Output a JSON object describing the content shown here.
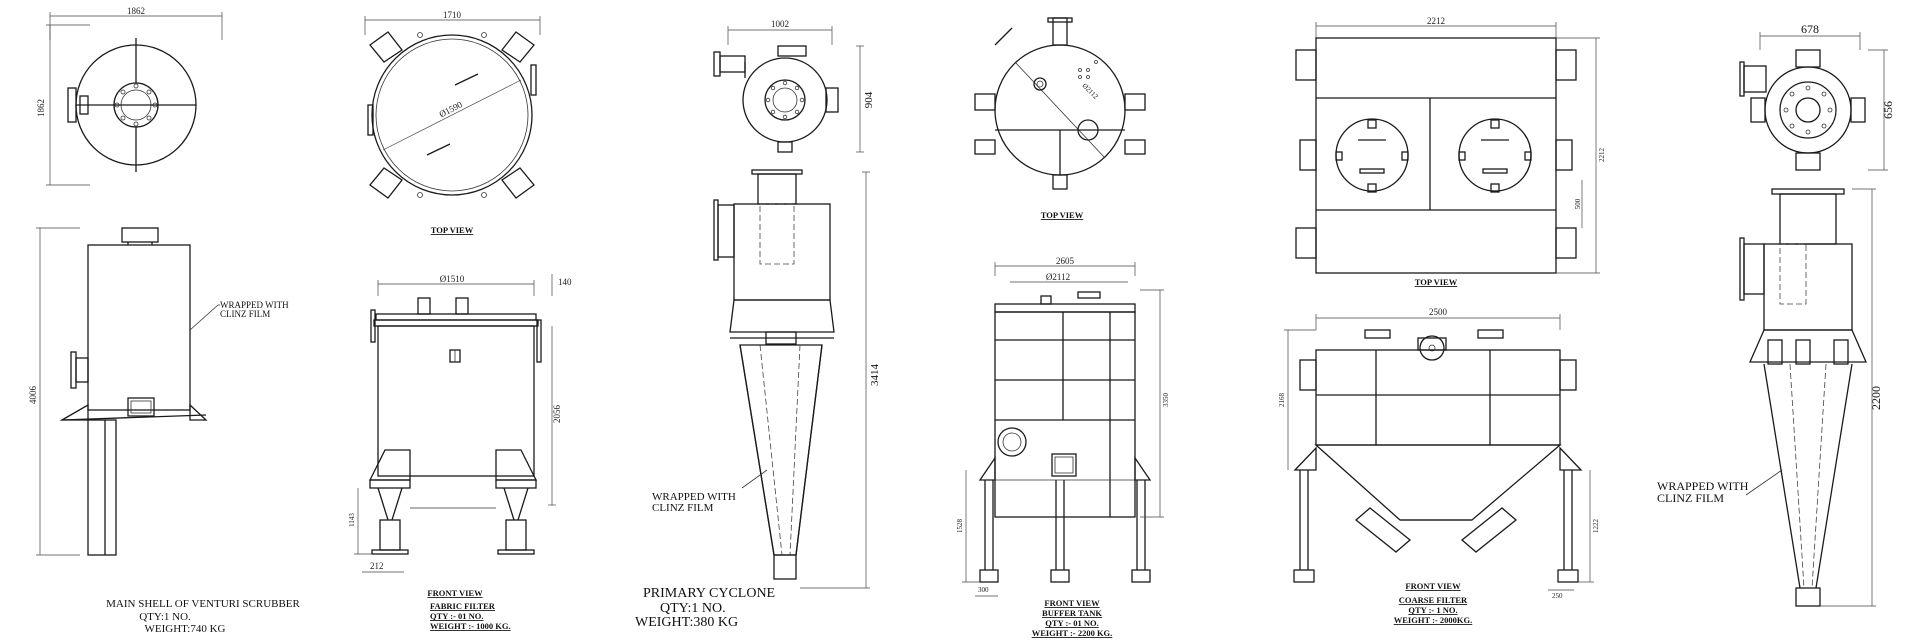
{
  "scrubber": {
    "dim_top_width": "1862",
    "dim_top_height": "1862",
    "dim_height": "4006",
    "note": [
      "WRAPPED WITH",
      "CLINZ FILM"
    ],
    "caption": [
      "MAIN SHELL OF VENTURI SCRUBBER",
      "QTY:1 NO.",
      "WEIGHT:740 KG"
    ]
  },
  "fabric_filter": {
    "dim_top_width": "1710",
    "dim_top_dia": "Ø1590",
    "top_view_label": "TOP VIEW",
    "dim_body_dia": "Ø1510",
    "dim_flange": "140",
    "dim_body_height": "2056",
    "dim_leg_height": "1143",
    "dim_leg_width": "212",
    "front_view_label": "FRONT VIEW",
    "caption": [
      "FABRIC FILTER",
      "QTY :- 01 NO.",
      "WEIGHT :- 1000 KG."
    ]
  },
  "cyclone": {
    "dim_top_width": "1002",
    "dim_top_height": "904",
    "dim_height": "3414",
    "note": [
      "WRAPPED WITH",
      "CLINZ FILM"
    ],
    "caption": [
      "PRIMARY CYCLONE",
      "QTY:1 NO.",
      "WEIGHT:380 KG"
    ]
  },
  "buffer_tank": {
    "dim_top_dia": "Ø2112",
    "top_view_label": "TOP VIEW",
    "dim_width": "2605",
    "dim_body_dia": "Ø2112",
    "dim_height": "3350",
    "dim_leg_height": "1528",
    "dim_leg_width": "300",
    "front_view_label": "FRONT VIEW",
    "caption": [
      "BUFFER TANK",
      "QTY :- 01 NO.",
      "WEIGHT :- 2200 KG."
    ]
  },
  "coarse_filter": {
    "dim_top_width": "2212",
    "dim_top_height": "2212",
    "dim_inner": "500",
    "top_view_label": "TOP VIEW",
    "dim_width": "2500",
    "dim_height": "2168",
    "dim_leg_height": "1222",
    "dim_leg_width": "250",
    "front_view_label": "FRONT VIEW",
    "caption": [
      "COARSE FILTER",
      "QTY :- 1 NO.",
      "WEIGHT :- 2000KG."
    ]
  },
  "cyclone2": {
    "dim_top_width": "678",
    "dim_top_height": "656",
    "dim_height": "2200",
    "note": [
      "WRAPPED WITH",
      "CLINZ FILM"
    ]
  }
}
